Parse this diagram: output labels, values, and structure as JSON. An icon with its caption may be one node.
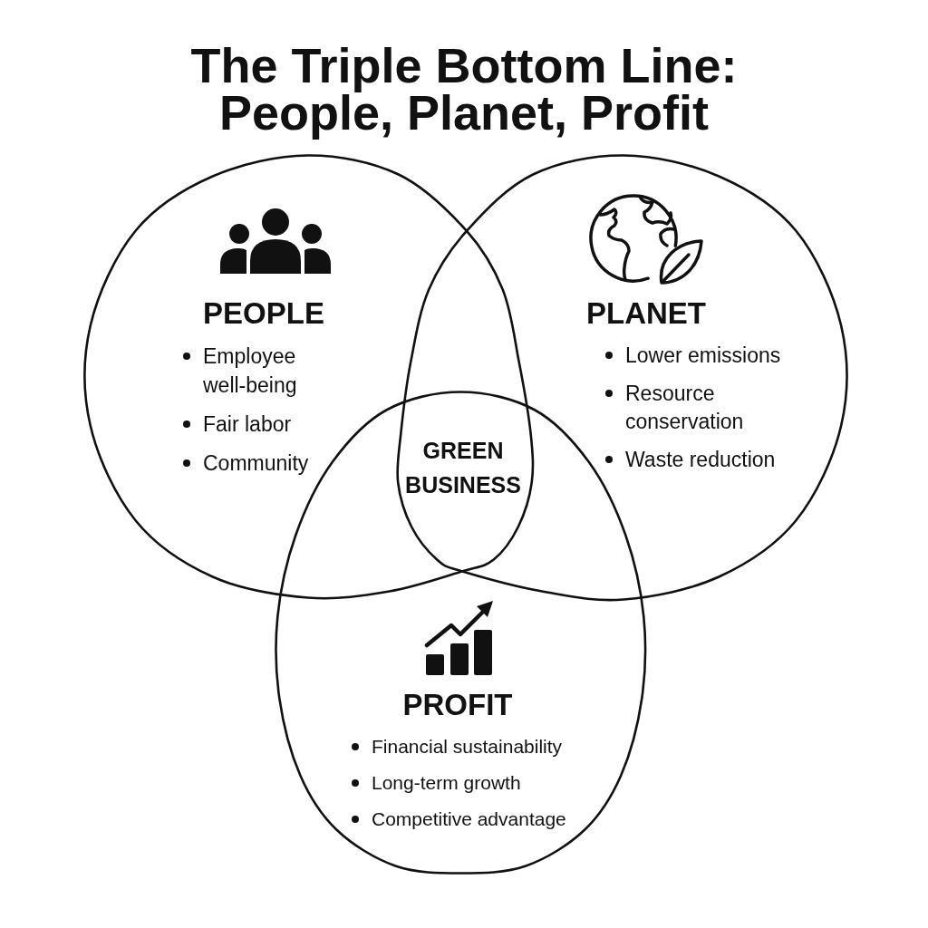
{
  "diagram": {
    "title": "The Triple Bottom Line: People, Planet, Profit",
    "nodes": [
      {
        "text": [
          "PEOPLE",
          "Employee well-being",
          "Fair labor",
          "Community"
        ]
      },
      {
        "text": [
          "PLANET",
          "Lower emissions",
          "Resource conservation",
          "Waste reduction"
        ]
      },
      {
        "text": [
          "PROFIT",
          "Financial sustainability",
          "Long-term growth",
          "Competitive advantage"
        ]
      }
    ],
    "labels": [
      "GREEN BUSINESS"
    ]
  }
}
